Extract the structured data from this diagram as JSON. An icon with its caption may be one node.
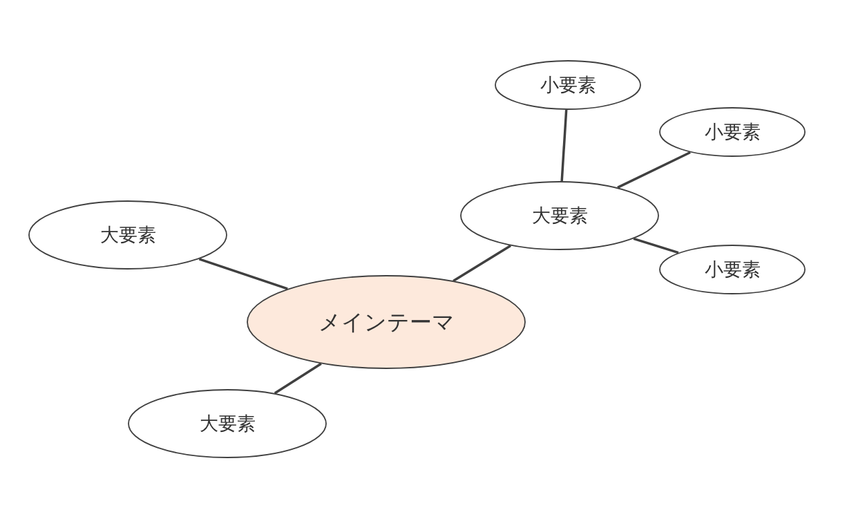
{
  "diagram": {
    "nodes": [
      {
        "text": [
          "メインテーマ"
        ]
      },
      {
        "text": [
          "大要素"
        ]
      },
      {
        "text": [
          "大要素"
        ]
      },
      {
        "text": [
          "大要素"
        ]
      },
      {
        "text": [
          "小要素"
        ]
      },
      {
        "text": [
          "小要素"
        ]
      },
      {
        "text": [
          "小要素"
        ]
      }
    ],
    "edges": [
      {
        "from": 0,
        "to": 1,
        "arrow": "none"
      },
      {
        "from": 0,
        "to": 2,
        "arrow": "none"
      },
      {
        "from": 0,
        "to": 3,
        "arrow": "none"
      },
      {
        "from": 2,
        "to": 4,
        "arrow": "none"
      },
      {
        "from": 2,
        "to": 5,
        "arrow": "none"
      },
      {
        "from": 2,
        "to": 6,
        "arrow": "none"
      }
    ]
  }
}
